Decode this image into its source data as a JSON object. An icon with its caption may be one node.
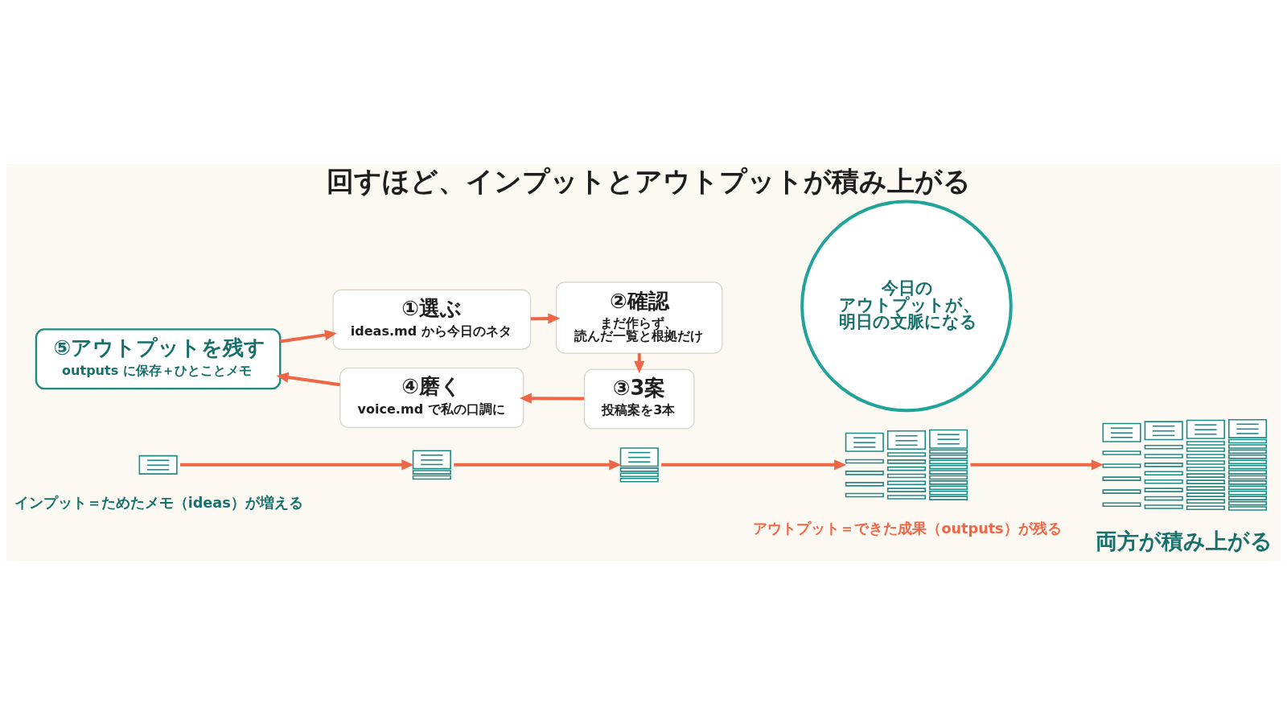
{
  "diagram": {
    "title": "回すほど、インプットとアウトプットが積み上がる",
    "nodes": [
      {
        "text": [
          "①選ぶ",
          "ideas.md から今日のネタ"
        ]
      },
      {
        "text": [
          "②確認",
          "まだ作らず、読んだ一覧と根拠だけ"
        ]
      },
      {
        "text": [
          "③3案",
          "投稿案を3本"
        ]
      },
      {
        "text": [
          "④磨く",
          "voice.md で私の口調に"
        ]
      },
      {
        "text": [
          "⑤アウトプットを残す",
          "outputs に保存＋ひとことメモ"
        ]
      },
      {
        "text": [
          "今日のアウトプットが、明日の文脈になる"
        ]
      },
      {
        "text": [],
        "shape": "picture"
      },
      {
        "text": [],
        "shape": "picture"
      },
      {
        "text": [],
        "shape": "picture"
      },
      {
        "text": [],
        "shape": "picture"
      },
      {
        "text": [],
        "shape": "picture"
      }
    ],
    "edges": [
      {
        "from": 0,
        "to": 1,
        "arrow": "to"
      },
      {
        "from": 1,
        "to": 2,
        "arrow": "to"
      },
      {
        "from": 2,
        "to": 3,
        "arrow": "to"
      },
      {
        "from": 3,
        "to": 4,
        "arrow": "to"
      },
      {
        "from": 4,
        "to": 0,
        "arrow": "to"
      },
      {
        "from": 6,
        "to": 7,
        "arrow": "to"
      },
      {
        "from": 7,
        "to": 8,
        "arrow": "to"
      },
      {
        "from": 8,
        "to": 9,
        "arrow": "to"
      },
      {
        "from": 9,
        "to": 10,
        "arrow": "to"
      }
    ],
    "labels": [
      "インプット＝ためたメモ（ideas）が増える",
      "アウトプット＝できた成果（outputs）が残る",
      "両方が積み上がる"
    ]
  }
}
